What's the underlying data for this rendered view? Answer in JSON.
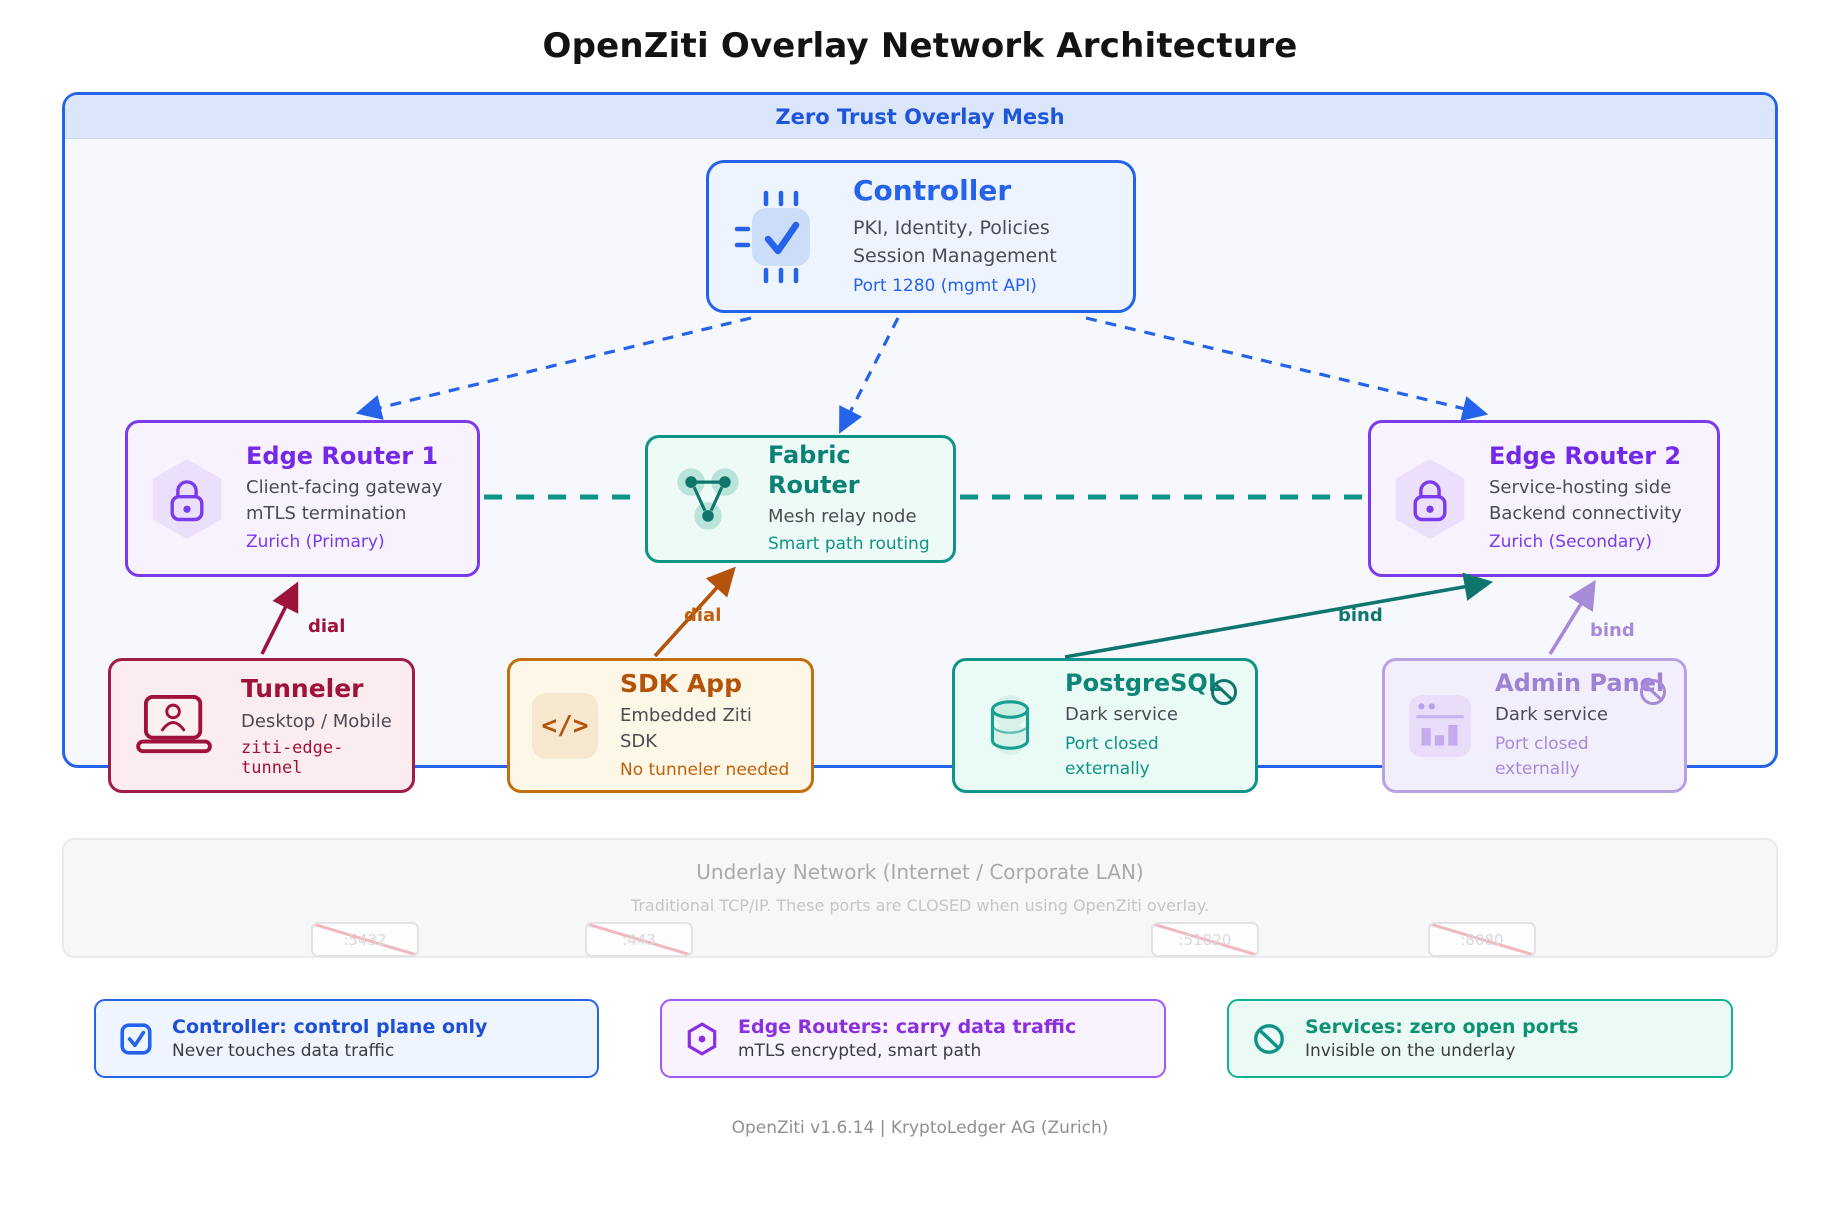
{
  "title": "OpenZiti Overlay Network Architecture",
  "overlay": {
    "label": "Zero Trust Overlay Mesh",
    "nodes": {
      "controller": {
        "icon": "chip-check-icon",
        "title": "Controller",
        "line1": "PKI, Identity, Policies",
        "line2": "Session Management",
        "accent": "Port 1280 (mgmt API)"
      },
      "edge_router_1": {
        "icon": "lock-hexagon-icon",
        "title": "Edge Router 1",
        "line1": "Client-facing gateway",
        "line2": "mTLS termination",
        "accent": "Zurich (Primary)"
      },
      "fabric_router": {
        "icon": "mesh-nodes-icon",
        "title": "Fabric Router",
        "line1": "Mesh relay node",
        "accent": "Smart path routing"
      },
      "edge_router_2": {
        "icon": "lock-hexagon-icon",
        "title": "Edge Router 2",
        "line1": "Service-hosting side",
        "line2": "Backend connectivity",
        "accent": "Zurich (Secondary)"
      },
      "tunneler": {
        "icon": "laptop-user-icon",
        "title": "Tunneler",
        "line1": "Desktop / Mobile",
        "code": "ziti-edge-tunnel"
      },
      "sdk_app": {
        "icon": "code-icon",
        "glyph": "</>",
        "title": "SDK App",
        "line1": "Embedded Ziti SDK",
        "accent": "No tunneler needed"
      },
      "postgresql": {
        "icon": "database-icon",
        "badge_icon": "no-entry-icon",
        "title": "PostgreSQL",
        "line1": "Dark service",
        "accent": "Port closed externally"
      },
      "admin_panel": {
        "icon": "browser-chart-icon",
        "badge_icon": "no-entry-icon",
        "title": "Admin Panel",
        "line1": "Dark service",
        "accent": "Port closed externally"
      }
    },
    "link_labels": {
      "tunneler_dial": "dial",
      "sdk_dial": "dial",
      "postgres_bind": "bind",
      "admin_bind": "bind"
    }
  },
  "underlay": {
    "title": "Underlay Network (Internet / Corporate LAN)",
    "subtitle": "Traditional TCP/IP. These ports are CLOSED when using OpenZiti overlay.",
    "ports": [
      ":5432",
      ":443",
      ":51820",
      ":8080"
    ]
  },
  "legend": [
    {
      "icon": "checkbox-icon",
      "title": "Controller: control plane only",
      "subtitle": "Never touches data traffic"
    },
    {
      "icon": "hexagon-icon",
      "title": "Edge Routers: carry data traffic",
      "subtitle": "mTLS encrypted, smart path"
    },
    {
      "icon": "no-entry-icon",
      "title": "Services: zero open ports",
      "subtitle": "Invisible on the underlay"
    }
  ],
  "footer": "OpenZiti v1.6.14 | KryptoLedger AG (Zurich)",
  "colors": {
    "blue": "#2563eb",
    "purple": "#7c3aed",
    "teal": "#0f9488",
    "crimson": "#9f1239",
    "orange": "#b45309",
    "light_purple": "#a78bd8"
  }
}
